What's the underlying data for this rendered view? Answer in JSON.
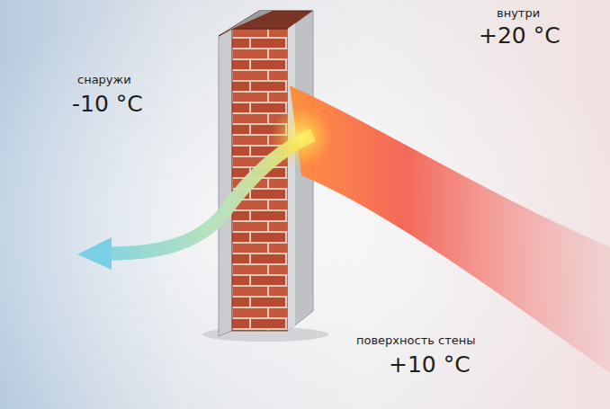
{
  "diagram": {
    "labels": [
      "снаружи",
      "-10 °C",
      "внутри",
      "+20 °C",
      "поверхность стены",
      "+10 °C"
    ]
  }
}
